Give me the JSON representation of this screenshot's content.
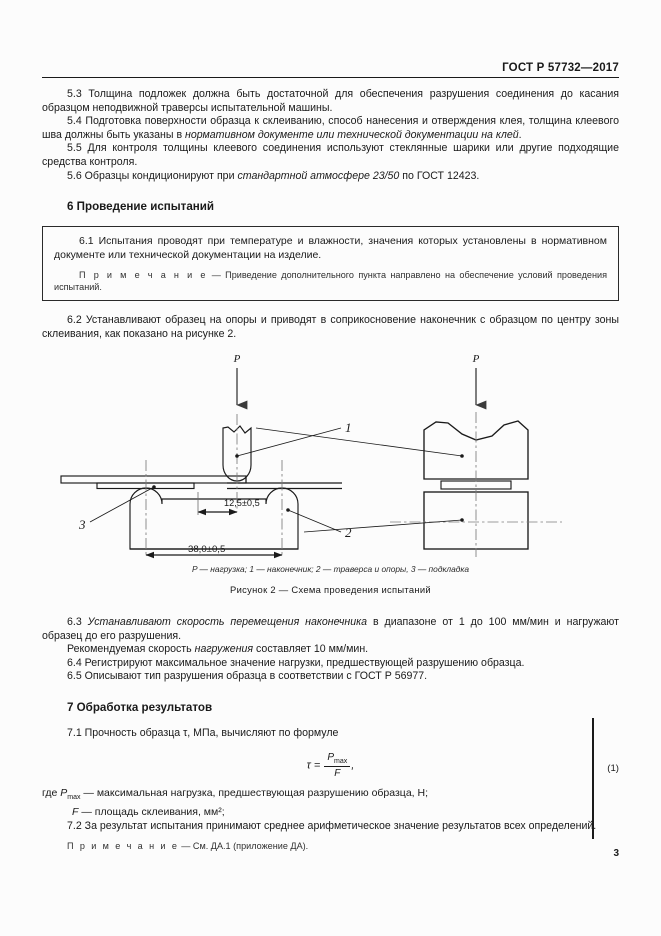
{
  "header": {
    "standard_title": "ГОСТ Р 57732—2017"
  },
  "body": {
    "p53": "5.3  Толщина подложек должна быть достаточной для обеспечения разрушения соединения до касания образцом неподвижной траверсы испытательной машины.",
    "p54_a": "5.4  Подготовка поверхности образца к склеиванию, способ нанесения и отверждения клея, толщина клеевого шва должны быть указаны в ",
    "p54_i": "нормативном документе или технической документации на клей",
    "p54_b": ".",
    "p55": "5.5  Для контроля толщины клеевого соединения используют стеклянные шарики или другие подходящие средства контроля.",
    "p56_a": "5.6  Образцы кондиционируют при ",
    "p56_i": "стандартной атмосфере 23/50",
    "p56_b": " по ГОСТ 12423."
  },
  "section6": {
    "heading": "6  Проведение испытаний",
    "note_p61": "6.1  Испытания проводят при температуре и влажности, значения которых установлены в нормативном документе или технической документации на изделие.",
    "note_label": "П р и м е ч а н и е",
    "note_dash": " — ",
    "note_text": "Приведение дополнительного пункта направлено на обеспечение условий проведения испытаний.",
    "p62": "6.2  Устанавливают образец на опоры и приводят в соприкосновение наконечник с образцом по центру зоны склеивания, как показано на рисунке 2.",
    "p63_a": "6.3  ",
    "p63_i": "Устанавливают скорость перемещения наконечника",
    "p63_b": " в диапазоне от 1 до 100 мм/мин и нагружают образец до его разрушения.",
    "p63r_a": "Рекомендуемая скорость ",
    "p63r_i": "нагружения",
    "p63r_b": " составляет 10 мм/мин.",
    "p64": "6.4  Регистрируют максимальное значение нагрузки, предшествующей разрушению образца.",
    "p65": "6.5  Описывают тип разрушения образца в соответствии с ГОСТ Р 56977."
  },
  "figure": {
    "load_label_left": "P",
    "load_label_right": "P",
    "callout_1": "1",
    "callout_2": "2",
    "callout_3": "3",
    "dim_span": "12,5±0,5",
    "dim_width": "38,0±0,5",
    "legend": "P — нагрузка; 1 — наконечник; 2 —  траверса и опоры, 3 —  подкладка",
    "caption": "Рисунок 2 —  Схема проведения испытаний"
  },
  "section7": {
    "heading": "7  Обработка результатов",
    "p71": "7.1  Прочность образца τ, МПа, вычисляют по формуле",
    "formula": {
      "tau": "τ",
      "equals": "=",
      "numerator": "P",
      "numerator_sub": "max",
      "denominator": "F",
      "comma": ",",
      "number": "(1)"
    },
    "where_a": "где ",
    "where_pmax": "P",
    "where_pmax_sub": "max",
    "where_pmax_def": " — максимальная нагрузка, предшествующая разрушению образца, Н;",
    "where_f": "F",
    "where_f_def": " — площадь склеивания, мм²;",
    "p72": "7.2  За результат испытания принимают среднее арифметическое значение результатов всех определений.",
    "note_label": "П р и м е ч а н и е",
    "note_text": " — См. ДА.1 (приложение ДА)."
  },
  "footer": {
    "page_number": "3"
  },
  "colors": {
    "ink": "#1a1a1a",
    "paper": "#fcfcfc",
    "rule": "#2a2a2a"
  }
}
